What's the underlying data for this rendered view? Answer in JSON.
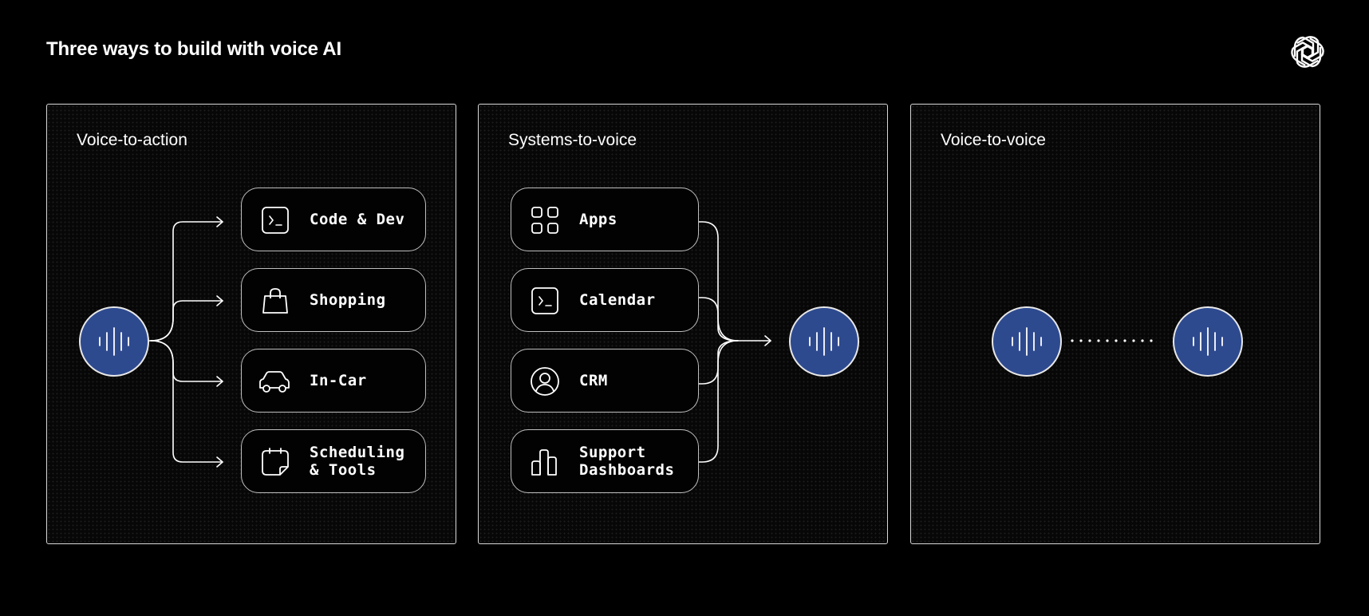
{
  "page": {
    "title": "Three ways to build with voice AI"
  },
  "logo": {
    "icon": "openai-logo-icon"
  },
  "colors": {
    "background": "#000000",
    "node_fill": "#2e4a8f",
    "border": "#d8d8d8"
  },
  "panels": [
    {
      "title": "Voice-to-action",
      "items": [
        {
          "label": "Code & Dev",
          "icon": "terminal-icon"
        },
        {
          "label": "Shopping",
          "icon": "shopping-bag-icon"
        },
        {
          "label": "In-Car",
          "icon": "car-icon"
        },
        {
          "label": "Scheduling\n& Tools",
          "icon": "calendar-note-icon"
        }
      ]
    },
    {
      "title": "Systems-to-voice",
      "items": [
        {
          "label": "Apps",
          "icon": "apps-grid-icon"
        },
        {
          "label": "Calendar",
          "icon": "terminal-icon"
        },
        {
          "label": "CRM",
          "icon": "user-circle-icon"
        },
        {
          "label": "Support\nDashboards",
          "icon": "bar-chart-icon"
        }
      ]
    },
    {
      "title": "Voice-to-voice",
      "items": []
    }
  ]
}
